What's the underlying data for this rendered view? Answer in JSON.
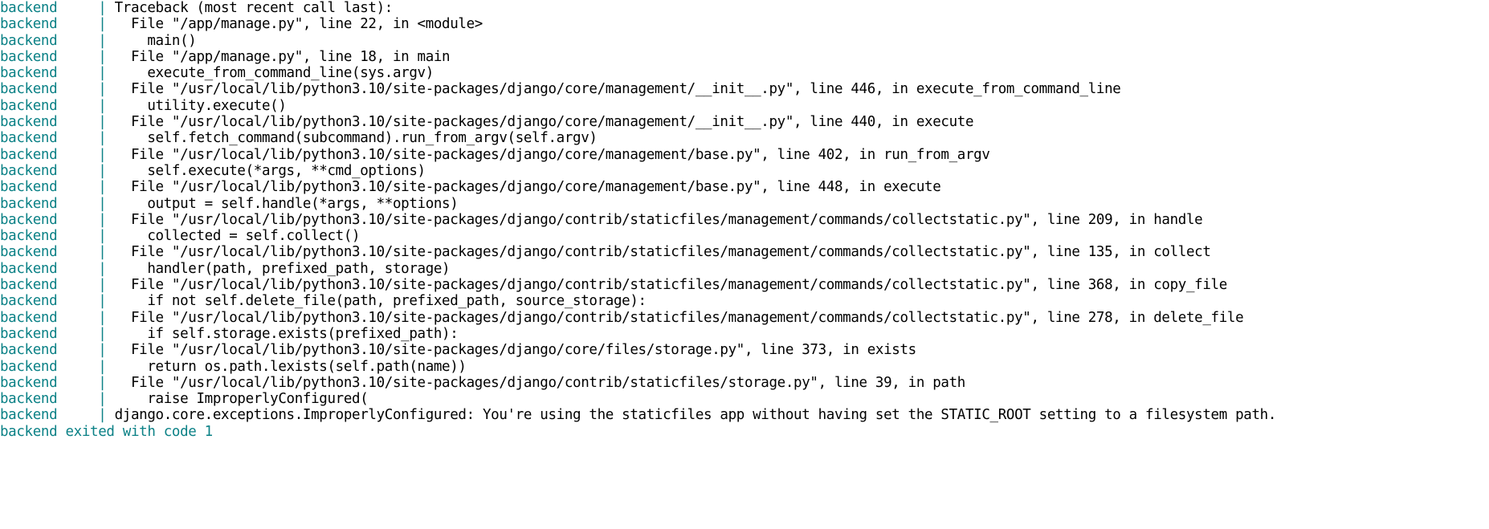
{
  "terminal": {
    "service_label": "backend",
    "separator": "|",
    "prefix_width_chars": 12,
    "colors": {
      "service_teal": "#0b8186",
      "text_black": "#000000",
      "background": "#ffffff"
    },
    "lines": [
      {
        "service": "backend",
        "sep": "|",
        "text": "Traceback (most recent call last):"
      },
      {
        "service": "backend",
        "sep": "|",
        "text": "  File \"/app/manage.py\", line 22, in <module>"
      },
      {
        "service": "backend",
        "sep": "|",
        "text": "    main()"
      },
      {
        "service": "backend",
        "sep": "|",
        "text": "  File \"/app/manage.py\", line 18, in main"
      },
      {
        "service": "backend",
        "sep": "|",
        "text": "    execute_from_command_line(sys.argv)"
      },
      {
        "service": "backend",
        "sep": "|",
        "text": "  File \"/usr/local/lib/python3.10/site-packages/django/core/management/__init__.py\", line 446, in execute_from_command_line"
      },
      {
        "service": "backend",
        "sep": "|",
        "text": "    utility.execute()"
      },
      {
        "service": "backend",
        "sep": "|",
        "text": "  File \"/usr/local/lib/python3.10/site-packages/django/core/management/__init__.py\", line 440, in execute"
      },
      {
        "service": "backend",
        "sep": "|",
        "text": "    self.fetch_command(subcommand).run_from_argv(self.argv)"
      },
      {
        "service": "backend",
        "sep": "|",
        "text": "  File \"/usr/local/lib/python3.10/site-packages/django/core/management/base.py\", line 402, in run_from_argv"
      },
      {
        "service": "backend",
        "sep": "|",
        "text": "    self.execute(*args, **cmd_options)"
      },
      {
        "service": "backend",
        "sep": "|",
        "text": "  File \"/usr/local/lib/python3.10/site-packages/django/core/management/base.py\", line 448, in execute"
      },
      {
        "service": "backend",
        "sep": "|",
        "text": "    output = self.handle(*args, **options)"
      },
      {
        "service": "backend",
        "sep": "|",
        "text": "  File \"/usr/local/lib/python3.10/site-packages/django/contrib/staticfiles/management/commands/collectstatic.py\", line 209, in handle"
      },
      {
        "service": "backend",
        "sep": "|",
        "text": "    collected = self.collect()"
      },
      {
        "service": "backend",
        "sep": "|",
        "text": "  File \"/usr/local/lib/python3.10/site-packages/django/contrib/staticfiles/management/commands/collectstatic.py\", line 135, in collect"
      },
      {
        "service": "backend",
        "sep": "|",
        "text": "    handler(path, prefixed_path, storage)"
      },
      {
        "service": "backend",
        "sep": "|",
        "text": "  File \"/usr/local/lib/python3.10/site-packages/django/contrib/staticfiles/management/commands/collectstatic.py\", line 368, in copy_file"
      },
      {
        "service": "backend",
        "sep": "|",
        "text": "    if not self.delete_file(path, prefixed_path, source_storage):"
      },
      {
        "service": "backend",
        "sep": "|",
        "text": "  File \"/usr/local/lib/python3.10/site-packages/django/contrib/staticfiles/management/commands/collectstatic.py\", line 278, in delete_file"
      },
      {
        "service": "backend",
        "sep": "|",
        "text": "    if self.storage.exists(prefixed_path):"
      },
      {
        "service": "backend",
        "sep": "|",
        "text": "  File \"/usr/local/lib/python3.10/site-packages/django/core/files/storage.py\", line 373, in exists"
      },
      {
        "service": "backend",
        "sep": "|",
        "text": "    return os.path.lexists(self.path(name))"
      },
      {
        "service": "backend",
        "sep": "|",
        "text": "  File \"/usr/local/lib/python3.10/site-packages/django/contrib/staticfiles/storage.py\", line 39, in path"
      },
      {
        "service": "backend",
        "sep": "|",
        "text": "    raise ImproperlyConfigured("
      },
      {
        "service": "backend",
        "sep": "|",
        "text": "django.core.exceptions.ImproperlyConfigured: You're using the staticfiles app without having set the STATIC_ROOT setting to a filesystem path."
      }
    ],
    "exit_line": "backend exited with code 1"
  }
}
